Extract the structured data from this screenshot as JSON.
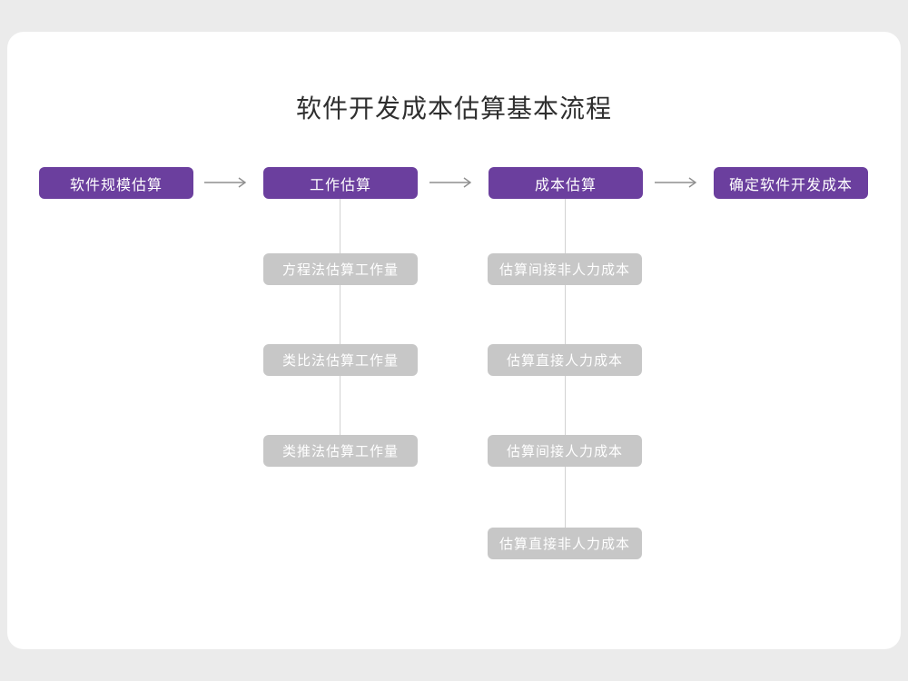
{
  "title": "软件开发成本估算基本流程",
  "colors": {
    "primary_node": "#6b3f9e",
    "secondary_node": "#c7c7c7",
    "arrow": "#8f8f8f",
    "connector_line": "#d2d2d2",
    "card_background": "#ffffff",
    "page_background": "#ebebeb"
  },
  "flow": {
    "nodes": [
      {
        "label": "软件规模估算"
      },
      {
        "label": "工作估算"
      },
      {
        "label": "成本估算"
      },
      {
        "label": "确定软件开发成本"
      }
    ]
  },
  "work_estimation_methods": {
    "parent": "工作估算",
    "items": [
      {
        "label": "方程法估算工作量"
      },
      {
        "label": "类比法估算工作量"
      },
      {
        "label": "类推法估算工作量"
      }
    ]
  },
  "cost_estimation_items": {
    "parent": "成本估算",
    "items": [
      {
        "label": "估算间接非人力成本"
      },
      {
        "label": "估算直接人力成本"
      },
      {
        "label": "估算间接人力成本"
      },
      {
        "label": "估算直接非人力成本"
      }
    ]
  }
}
